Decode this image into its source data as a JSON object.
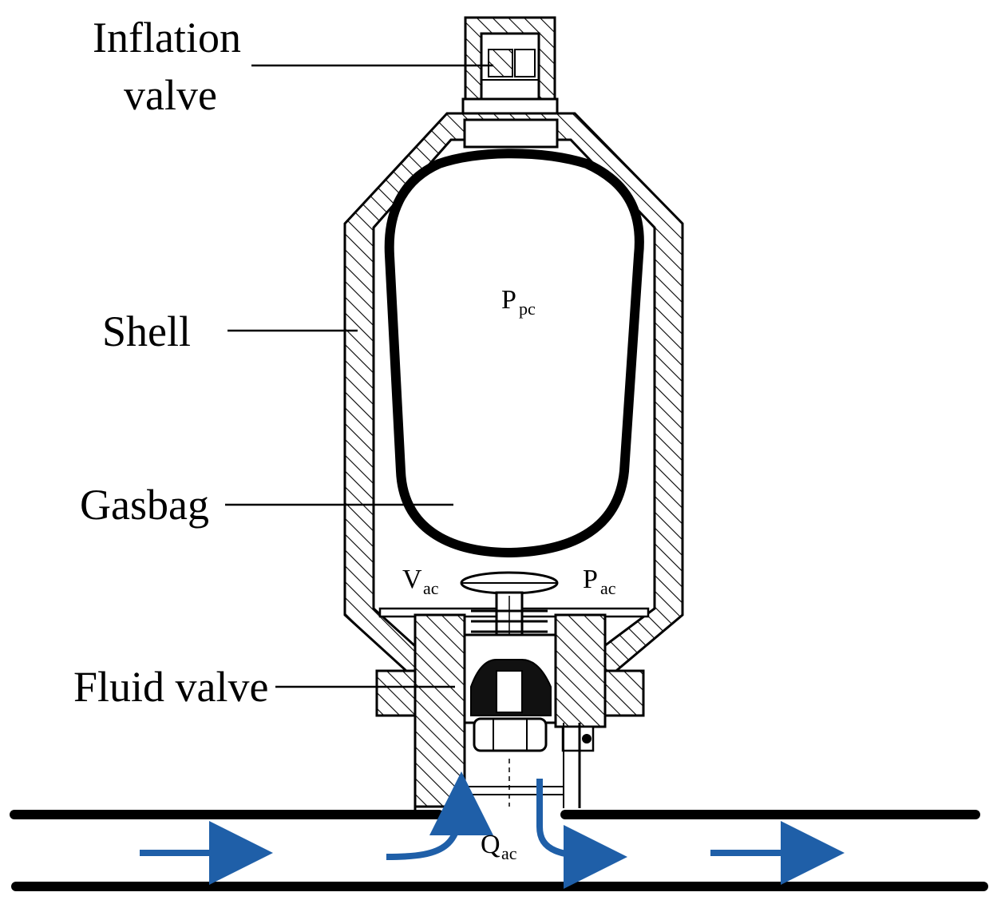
{
  "labels": {
    "inflation_valve_line1": "Inflation",
    "inflation_valve_line2": "valve",
    "shell": "Shell",
    "gasbag": "Gasbag",
    "fluid_valve": "Fluid valve"
  },
  "symbols": {
    "p_pc": {
      "main": "P",
      "sub": "pc"
    },
    "v_ac": {
      "main": "V",
      "sub": "ac"
    },
    "p_ac": {
      "main": "P",
      "sub": "ac"
    },
    "q_ac": {
      "main": "Q",
      "sub": "ac"
    }
  },
  "colors": {
    "flow_arrow": "#1f5fa8",
    "outline": "#000000"
  }
}
